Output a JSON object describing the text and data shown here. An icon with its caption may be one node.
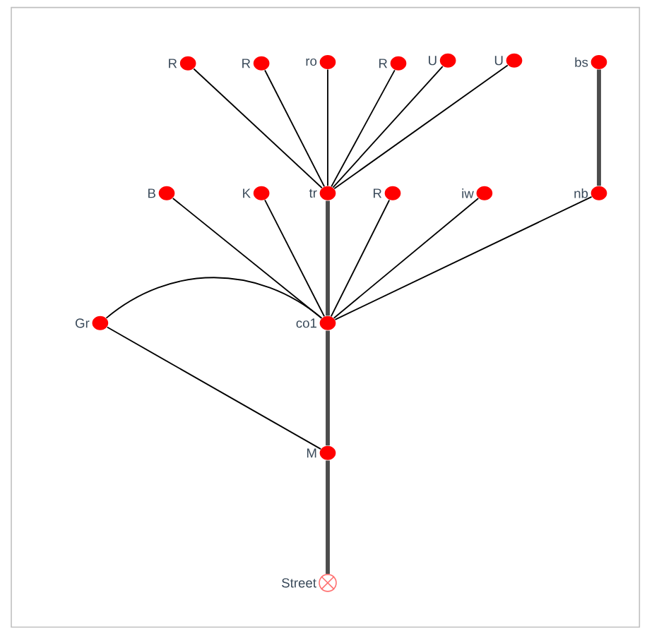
{
  "diagram": {
    "nodes": [
      {
        "text": [
          "R"
        ]
      },
      {
        "text": [
          "R"
        ]
      },
      {
        "text": [
          "ro"
        ]
      },
      {
        "text": [
          "R"
        ]
      },
      {
        "text": [
          "U"
        ]
      },
      {
        "text": [
          "U"
        ]
      },
      {
        "text": [
          "bs"
        ]
      },
      {
        "text": [
          "B"
        ]
      },
      {
        "text": [
          "K"
        ]
      },
      {
        "text": [
          "tr"
        ]
      },
      {
        "text": [
          "R"
        ]
      },
      {
        "text": [
          "iw"
        ]
      },
      {
        "text": [
          "nb"
        ]
      },
      {
        "text": [
          "Gr"
        ]
      },
      {
        "text": [
          "co1"
        ]
      },
      {
        "text": [
          "M"
        ]
      },
      {
        "text": [
          "Street"
        ]
      }
    ],
    "edges": [
      {
        "from": 0,
        "to": 9,
        "arrow": "none"
      },
      {
        "from": 1,
        "to": 9,
        "arrow": "none"
      },
      {
        "from": 2,
        "to": 9,
        "arrow": "none"
      },
      {
        "from": 3,
        "to": 9,
        "arrow": "none"
      },
      {
        "from": 4,
        "to": 9,
        "arrow": "none"
      },
      {
        "from": 5,
        "to": 9,
        "arrow": "none"
      },
      {
        "from": 6,
        "to": 12,
        "arrow": "none",
        "style": "thick"
      },
      {
        "from": 7,
        "to": 14,
        "arrow": "none"
      },
      {
        "from": 8,
        "to": 14,
        "arrow": "none"
      },
      {
        "from": 9,
        "to": 14,
        "arrow": "none",
        "style": "thick"
      },
      {
        "from": 10,
        "to": 14,
        "arrow": "none"
      },
      {
        "from": 11,
        "to": 14,
        "arrow": "none"
      },
      {
        "from": 12,
        "to": 14,
        "arrow": "none"
      },
      {
        "from": 13,
        "to": 14,
        "arrow": "none"
      },
      {
        "from": 13,
        "to": 15,
        "arrow": "none"
      },
      {
        "from": 14,
        "to": 15,
        "arrow": "none",
        "style": "thick"
      },
      {
        "from": 15,
        "to": 16,
        "arrow": "none",
        "style": "thick"
      }
    ]
  }
}
